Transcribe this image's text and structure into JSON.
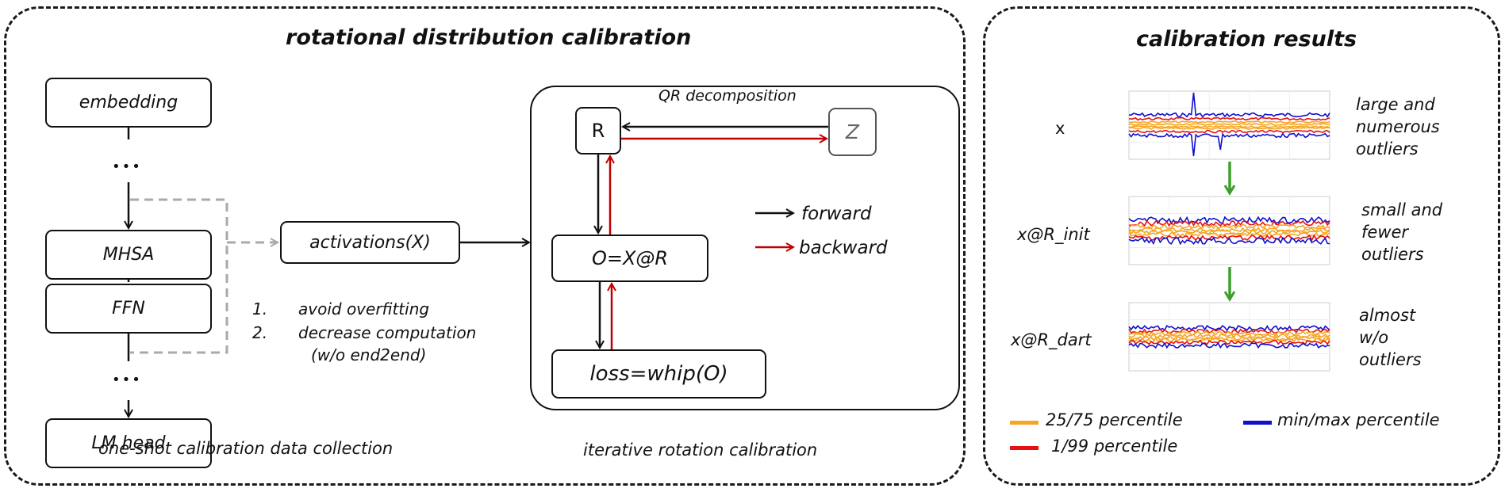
{
  "left_panel": {
    "title": "rotational distribution calibration",
    "model_stack": {
      "blocks": [
        "embedding",
        "MHSA",
        "FFN",
        "LM head"
      ],
      "ellipsis": "•••"
    },
    "activations_label": "activations(X)",
    "notes": [
      {
        "num": "1.",
        "text": "avoid overfitting"
      },
      {
        "num": "2.",
        "text": "decrease computation"
      },
      {
        "num": "",
        "text": "(w/o end2end)"
      }
    ],
    "caption_collection": "one-shot calibration data collection",
    "iterative": {
      "qr_label": "QR decomposition",
      "r_label": "R",
      "z_label": "Z",
      "o_label": "O=X@R",
      "loss_label": "loss=whip(O)",
      "legend": [
        {
          "label": "forward",
          "color": "#111111"
        },
        {
          "label": "backward",
          "color": "#c00000"
        }
      ],
      "caption": "iterative rotation calibration"
    }
  },
  "right_panel": {
    "title": "calibration results",
    "rows": [
      {
        "label": "x",
        "description": [
          "large and",
          "numerous",
          "outliers"
        ]
      },
      {
        "label": "x@R_init",
        "description": [
          "small and",
          "fewer",
          "outliers"
        ]
      },
      {
        "label": "x@R_dart",
        "description": [
          "almost",
          "w/o",
          "outliers"
        ]
      }
    ],
    "legend": [
      {
        "label": "25/75 percentile",
        "color": "#f5a623"
      },
      {
        "label": "min/max percentile",
        "color": "#1010cc"
      },
      {
        "label": "1/99 percentile",
        "color": "#e81010"
      }
    ],
    "arrow_color": "#3aa02a"
  }
}
